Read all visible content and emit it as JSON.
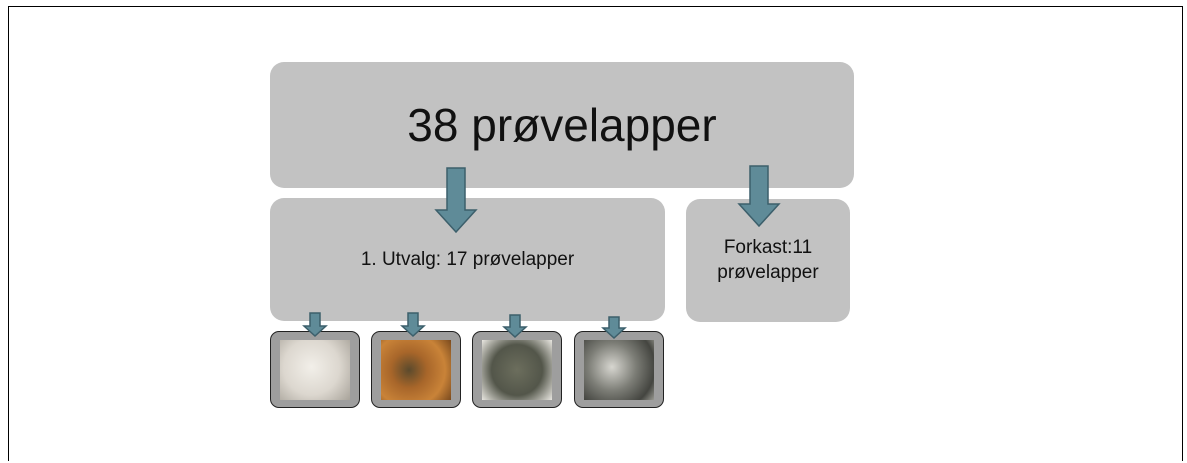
{
  "top_box": {
    "label": "38 prøvelapper"
  },
  "utvalg_box": {
    "label": "1. Utvalg: 17 prøvelapper"
  },
  "forkast_box": {
    "line1": "Forkast:11",
    "line2": "prøvelapper"
  },
  "colors": {
    "box_fill": "#c2c2c2",
    "arrow_fill": "#5f8b98",
    "arrow_stroke": "#3c5f6b"
  },
  "samples": [
    {
      "name": "sample-1",
      "tone": "white"
    },
    {
      "name": "sample-2",
      "tone": "rust-orange"
    },
    {
      "name": "sample-3",
      "tone": "dark-olive"
    },
    {
      "name": "sample-4",
      "tone": "mottled-grey"
    }
  ]
}
